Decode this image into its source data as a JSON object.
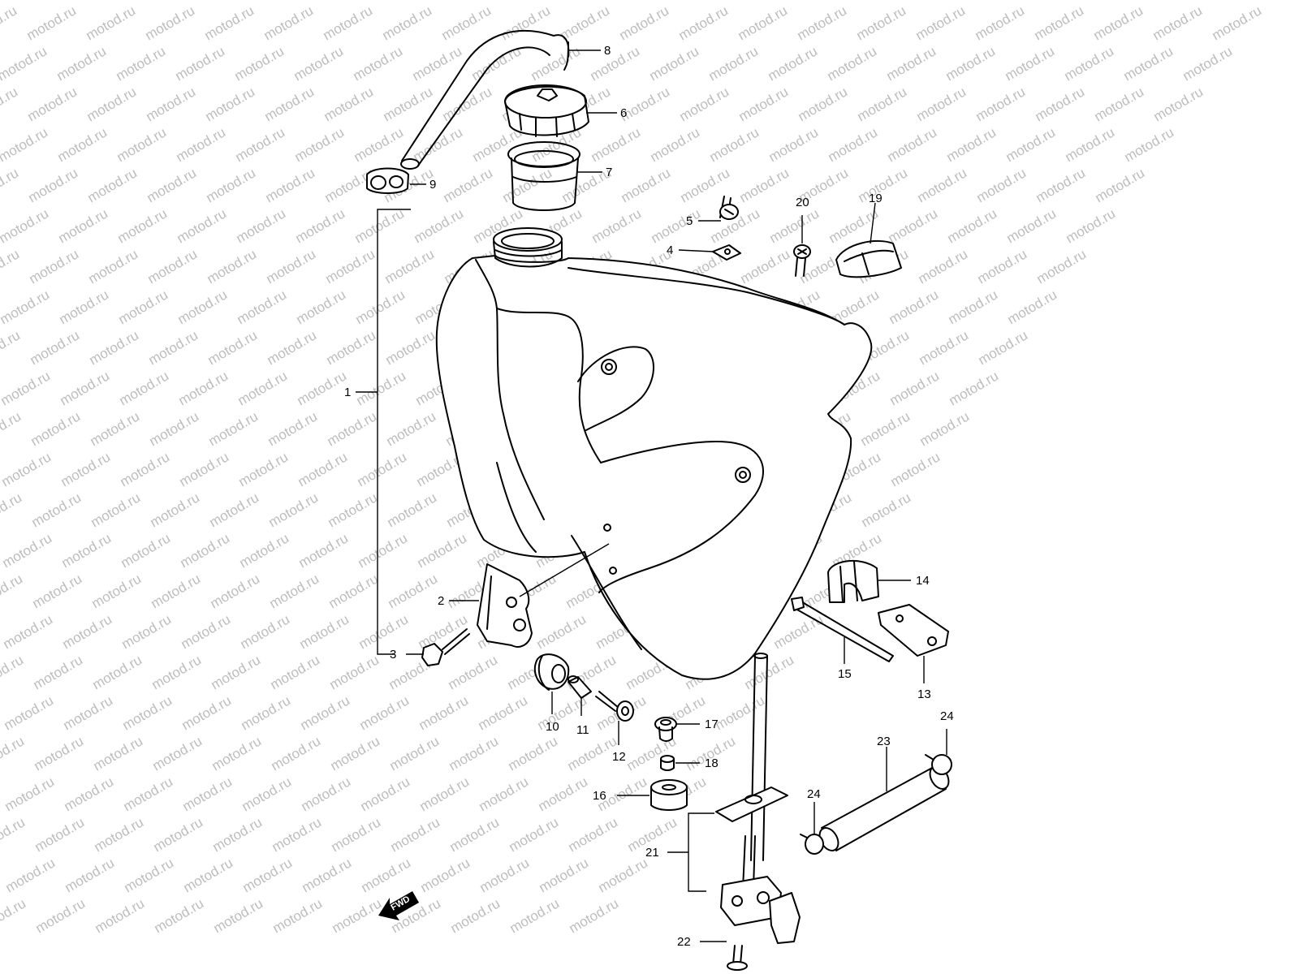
{
  "watermark": {
    "text": "motod.ru",
    "color": "#bdbdbd"
  },
  "direction_marker": {
    "text": "FWD",
    "icon": "fwd-arrow-icon"
  },
  "callouts": [
    {
      "id": "p1",
      "label": "1"
    },
    {
      "id": "p2",
      "label": "2"
    },
    {
      "id": "p3",
      "label": "3"
    },
    {
      "id": "p4",
      "label": "4"
    },
    {
      "id": "p5",
      "label": "5"
    },
    {
      "id": "p6",
      "label": "6"
    },
    {
      "id": "p7",
      "label": "7"
    },
    {
      "id": "p8",
      "label": "8"
    },
    {
      "id": "p9",
      "label": "9"
    },
    {
      "id": "p10",
      "label": "10"
    },
    {
      "id": "p11",
      "label": "11"
    },
    {
      "id": "p12",
      "label": "12"
    },
    {
      "id": "p13",
      "label": "13"
    },
    {
      "id": "p14",
      "label": "14"
    },
    {
      "id": "p15",
      "label": "15"
    },
    {
      "id": "p16",
      "label": "16"
    },
    {
      "id": "p17",
      "label": "17"
    },
    {
      "id": "p18",
      "label": "18"
    },
    {
      "id": "p19",
      "label": "19"
    },
    {
      "id": "p20",
      "label": "20"
    },
    {
      "id": "p21",
      "label": "21"
    },
    {
      "id": "p22",
      "label": "22"
    },
    {
      "id": "p23",
      "label": "23"
    },
    {
      "id": "p24a",
      "label": "24"
    },
    {
      "id": "p24b",
      "label": "24"
    }
  ]
}
